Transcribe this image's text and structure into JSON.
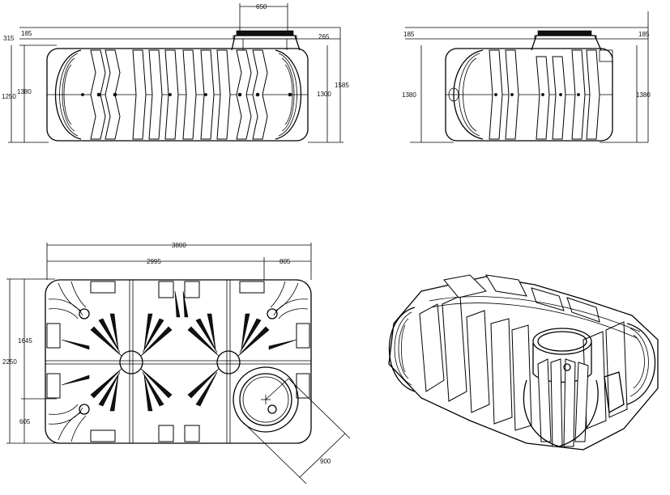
{
  "front_view": {
    "dim_top_width": "650",
    "dim_left_offset": "315",
    "dim_left_margin": "185",
    "dim_right_margin": "265",
    "dim_height_body": "1250",
    "dim_height_tank": "1380",
    "dim_height_right": "1300",
    "dim_height_total": "1585"
  },
  "side_view": {
    "dim_left_margin": "185",
    "dim_right_margin": "185",
    "dim_height_left": "1380",
    "dim_height_right": "1380"
  },
  "plan_view": {
    "dim_total_length": "3800",
    "dim_inner_length": "2995",
    "dim_right_offset": "805",
    "dim_total_width": "2250",
    "dim_upper_width": "1645",
    "dim_lower_offset": "605",
    "dim_diagonal": "900"
  },
  "colors": {
    "line": "#000000",
    "background": "#ffffff"
  }
}
